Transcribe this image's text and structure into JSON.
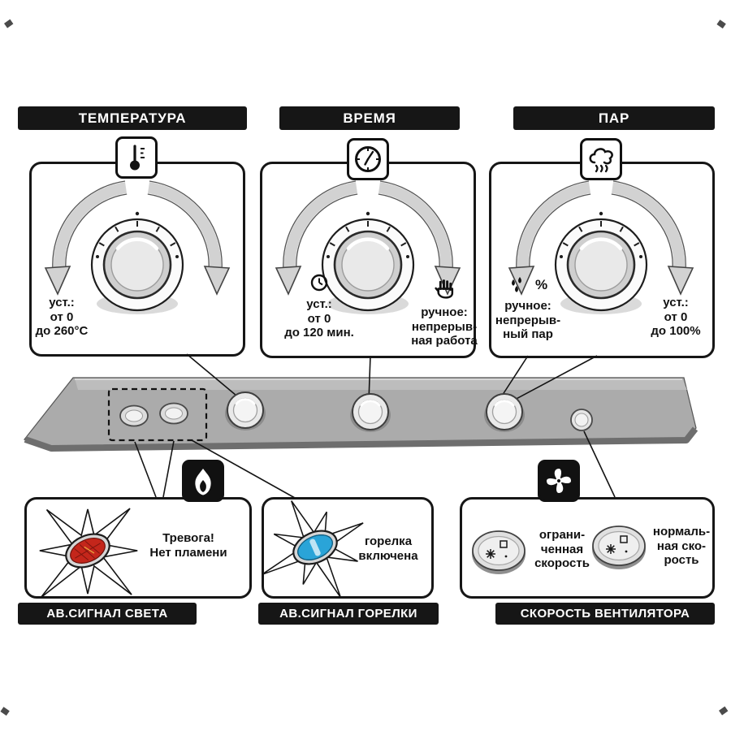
{
  "colors": {
    "header_bg": "#161616",
    "header_text": "#ffffff",
    "panel_strip": "#ababab",
    "led_red": "#c4261b",
    "led_blue": "#2aa4d8"
  },
  "top_sections": {
    "temperature": {
      "header": "ТЕМПЕРАТУРА",
      "icon": "thermometer-icon",
      "set_label": "уст.:\nот 0\nдо 260°C"
    },
    "time": {
      "header": "ВРЕМЯ",
      "icon": "clock-icon",
      "set_icon": "small-clock-icon",
      "set_label": "уст.:\nот 0\nдо 120 мин.",
      "manual_icon": "hand-icon",
      "manual_label": "ручное:\nнепрерыв-\nная работа"
    },
    "steam": {
      "header": "ПАР",
      "icon": "steam-icon",
      "manual_icon": "water-drops-icon",
      "percent_symbol": "%",
      "manual_label": "ручное:\nнепрерыв-\nный пар",
      "set_label": "уст.:\nот 0\nдо 100%"
    }
  },
  "bottom_sections": {
    "light_alarm": {
      "bar": "АВ.СИГНАЛ СВЕТА",
      "icon": "flame-icon",
      "text": "Тревога!\nНет пламени"
    },
    "burner_alarm": {
      "bar": "АВ.СИГНАЛ ГОРЕЛКИ",
      "text": "горелка\nвключена"
    },
    "fan_speed": {
      "bar": "СКОРОСТЬ ВЕНТИЛЯТОРА",
      "icon": "fan-icon",
      "limited_label": "ограни-\nченная\nскорость",
      "normal_label": "нормаль-\nная ско-\nрость"
    }
  }
}
